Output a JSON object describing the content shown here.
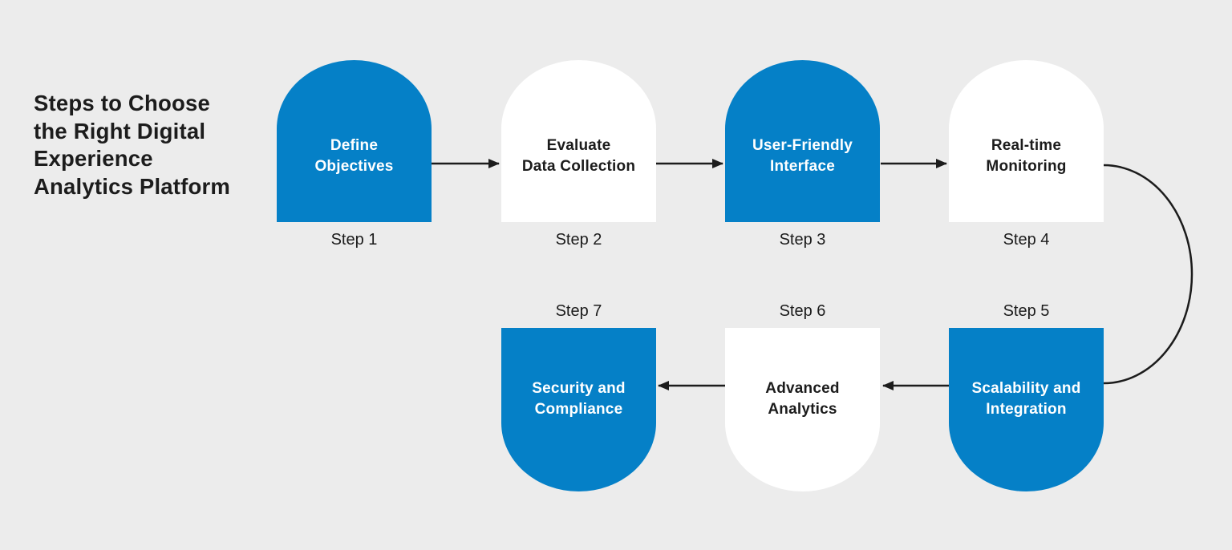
{
  "title": {
    "lines": [
      "Steps to Choose",
      "the Right Digital",
      "Experience",
      "Analytics Platform"
    ]
  },
  "colors": {
    "background": "#ececec",
    "accent_blue": "#0580c7",
    "node_white": "#ffffff",
    "text_dark": "#1c1c1c",
    "arrow_black": "#1c1c1c"
  },
  "steps": [
    {
      "step_label": "Step 1",
      "title_lines": [
        "Define",
        "Objectives"
      ],
      "variant": "blue",
      "row": "top"
    },
    {
      "step_label": "Step 2",
      "title_lines": [
        "Evaluate",
        "Data Collection"
      ],
      "variant": "white",
      "row": "top"
    },
    {
      "step_label": "Step 3",
      "title_lines": [
        "User-Friendly",
        "Interface"
      ],
      "variant": "blue",
      "row": "top"
    },
    {
      "step_label": "Step 4",
      "title_lines": [
        "Real-time",
        "Monitoring"
      ],
      "variant": "white",
      "row": "top"
    },
    {
      "step_label": "Step 5",
      "title_lines": [
        "Scalability and",
        "Integration"
      ],
      "variant": "blue",
      "row": "bottom"
    },
    {
      "step_label": "Step 6",
      "title_lines": [
        "Advanced",
        "Analytics"
      ],
      "variant": "white",
      "row": "bottom"
    },
    {
      "step_label": "Step 7",
      "title_lines": [
        "Security and",
        "Compliance"
      ],
      "variant": "blue",
      "row": "bottom"
    }
  ],
  "connectors": [
    {
      "from": "Step 1",
      "to": "Step 2",
      "style": "straight-right-arrow"
    },
    {
      "from": "Step 2",
      "to": "Step 3",
      "style": "straight-right-arrow"
    },
    {
      "from": "Step 3",
      "to": "Step 4",
      "style": "straight-right-arrow"
    },
    {
      "from": "Step 4",
      "to": "Step 5",
      "style": "curved-right-down"
    },
    {
      "from": "Step 5",
      "to": "Step 6",
      "style": "straight-left-arrow"
    },
    {
      "from": "Step 6",
      "to": "Step 7",
      "style": "straight-left-arrow"
    }
  ]
}
